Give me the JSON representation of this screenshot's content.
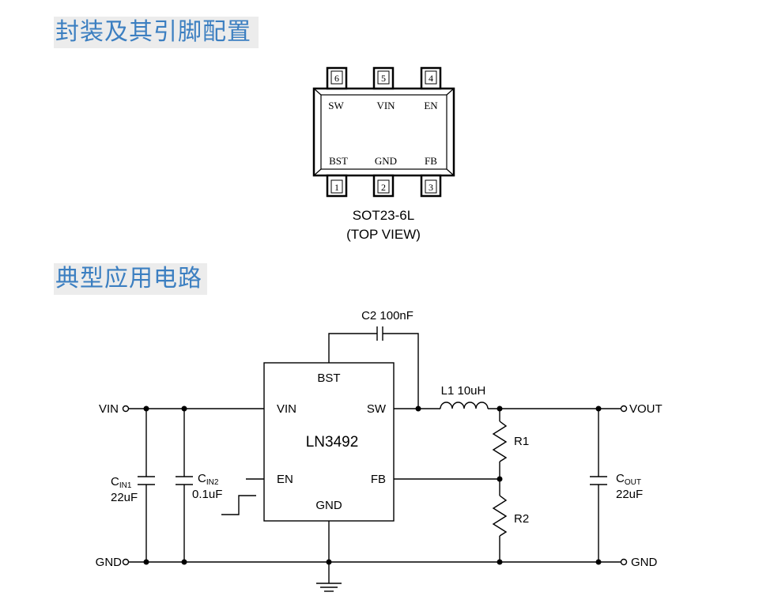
{
  "headings": {
    "package": "封装及其引脚配置",
    "typical": "典型应用电路"
  },
  "package": {
    "top_pins": [
      {
        "number": "6",
        "name": "SW"
      },
      {
        "number": "5",
        "name": "VIN"
      },
      {
        "number": "4",
        "name": "EN"
      }
    ],
    "bottom_pins": [
      {
        "number": "1",
        "name": "BST"
      },
      {
        "number": "2",
        "name": "GND"
      },
      {
        "number": "3",
        "name": "FB"
      }
    ],
    "caption_line1": "SOT23-6L",
    "caption_line2": "(TOP VIEW)"
  },
  "circuit": {
    "ic": {
      "name": "LN3492",
      "pins": {
        "bst": "BST",
        "vin": "VIN",
        "sw": "SW",
        "en": "EN",
        "fb": "FB",
        "gnd": "GND"
      }
    },
    "nets": {
      "vin": "VIN",
      "gnd_left": "GND",
      "vout": "VOUT",
      "gnd_right": "GND"
    },
    "c2": "C2 100nF",
    "l1": "L1 10uH",
    "r1": "R1",
    "r2": "R2",
    "cin1": {
      "main": "C",
      "sub": "IN1",
      "value": "22uF"
    },
    "cin2": {
      "main": "C",
      "sub": "IN2",
      "value": "0.1uF"
    },
    "cout": {
      "main": "C",
      "sub": "OUT",
      "value": "22uF"
    }
  }
}
